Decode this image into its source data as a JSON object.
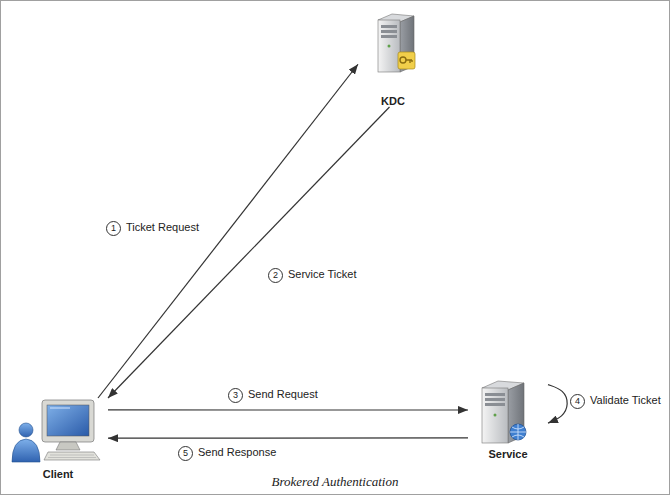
{
  "diagram": {
    "caption": "Brokered Authentication",
    "nodes": [
      {
        "text": [
          "KDC"
        ]
      },
      {
        "text": [
          "Client"
        ]
      },
      {
        "text": [
          "Service"
        ]
      }
    ],
    "edges": [
      {
        "from": 1,
        "to": 0,
        "arrow": "to",
        "label": "Ticket Request"
      },
      {
        "from": 0,
        "to": 1,
        "arrow": "to",
        "label": "Service Ticket"
      },
      {
        "from": 1,
        "to": 2,
        "arrow": "to",
        "label": "Send Request"
      },
      {
        "from": 2,
        "to": 2,
        "arrow": "to",
        "label": "Validate Ticket"
      },
      {
        "from": 2,
        "to": 1,
        "arrow": "to",
        "label": "Send Response"
      }
    ],
    "labels": [
      "1",
      "2",
      "3",
      "4",
      "5"
    ]
  }
}
